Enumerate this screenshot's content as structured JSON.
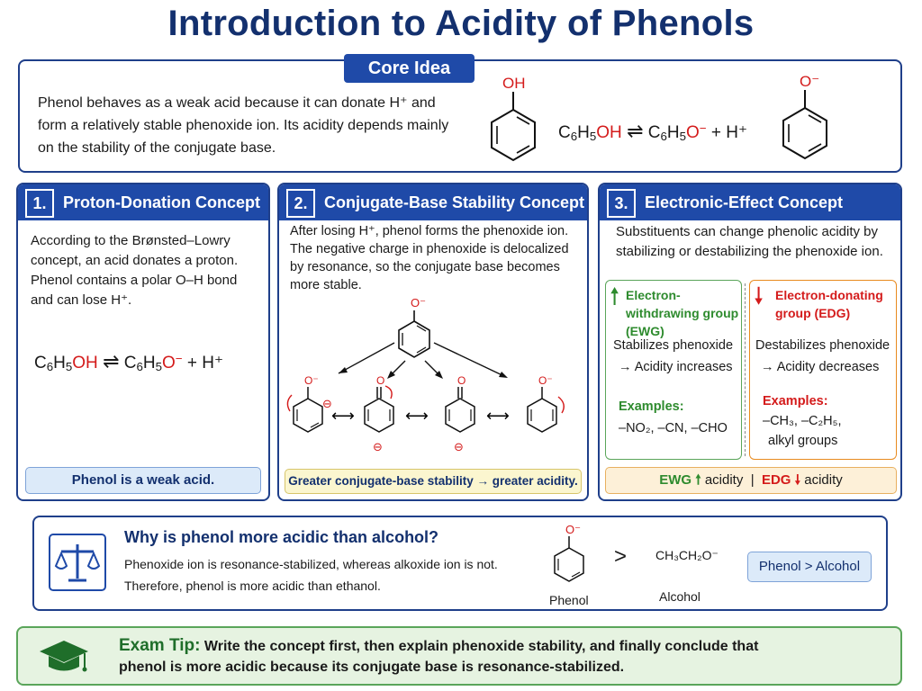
{
  "title": "Introduction to Acidity of Phenols",
  "core": {
    "tag": "Core Idea",
    "text": "Phenol behaves as a weak acid because it can donate H⁺ and form a relatively stable phenoxide ion. Its acidity depends mainly on the stability of the conjugate base.",
    "oh_label": "OH",
    "o_minus_label": "O⁻",
    "eq_plus": "+ H⁺"
  },
  "panel1": {
    "number": "1.",
    "heading": "Proton-Donation Concept",
    "text": "According to the Brønsted–Lowry concept, an acid donates a proton. Phenol contains a polar O–H bond and can lose H⁺.",
    "eq_plus": "+ H⁺",
    "summary": "Phenol is a weak acid."
  },
  "panel2": {
    "number": "2.",
    "heading": "Conjugate-Base Stability Concept",
    "text": "After losing H⁺, phenol forms the phenoxide ion. The negative charge in phenoxide is delocalized by resonance, so the conjugate base becomes more stable.",
    "summary": "Greater conjugate-base stability → greater acidity.",
    "o_label": "O⁻",
    "o_neutral": "O",
    "minus_sign": "⊖"
  },
  "panel3": {
    "number": "3.",
    "heading": "Electronic-Effect Concept",
    "text": "Substituents can change phenolic acidity by stabilizing or destabilizing the phenoxide ion.",
    "ewg": {
      "title": "Electron-withdrawing group (EWG)",
      "effect1": "Stabilizes phenoxide",
      "effect2": "→ Acidity increases",
      "examples_label": "Examples:",
      "examples": "–NO₂, –CN, –CHO"
    },
    "edg": {
      "title": "Electron-donating group (EDG)",
      "effect1": "Destabilizes phenoxide",
      "effect2": "→ Acidity decreases",
      "examples_label": "Examples:",
      "examples": "–CH₃, –C₂H₅,",
      "examples2": "alkyl groups"
    },
    "summary_ewg": "EWG",
    "summary_edg": "EDG",
    "summary_word": "acidity",
    "summary_sep": "|"
  },
  "compare": {
    "question": "Why is phenol more acidic than alcohol?",
    "line1": "Phenoxide ion is resonance-stabilized, whereas alkoxide ion is not.",
    "line2": "Therefore, phenol is more acidic than ethanol.",
    "phenol_label": "Phenol",
    "greater": ">",
    "alkoxide": "CH₃CH₂O⁻",
    "alcohol_label": "Alcohol",
    "result": "Phenol > Alcohol",
    "o_label": "O⁻"
  },
  "tip": {
    "label": "Exam Tip:",
    "text1": "Write the concept first, then explain phenoxide stability, and finally conclude that",
    "text2": "phenol is more acidic because its conjugate base is resonance-stabilized."
  },
  "colors": {
    "navy": "#13306e",
    "blue": "#1f4aa8",
    "red": "#d41b1b",
    "green": "#2e8b2e",
    "orange": "#e88a1e"
  }
}
